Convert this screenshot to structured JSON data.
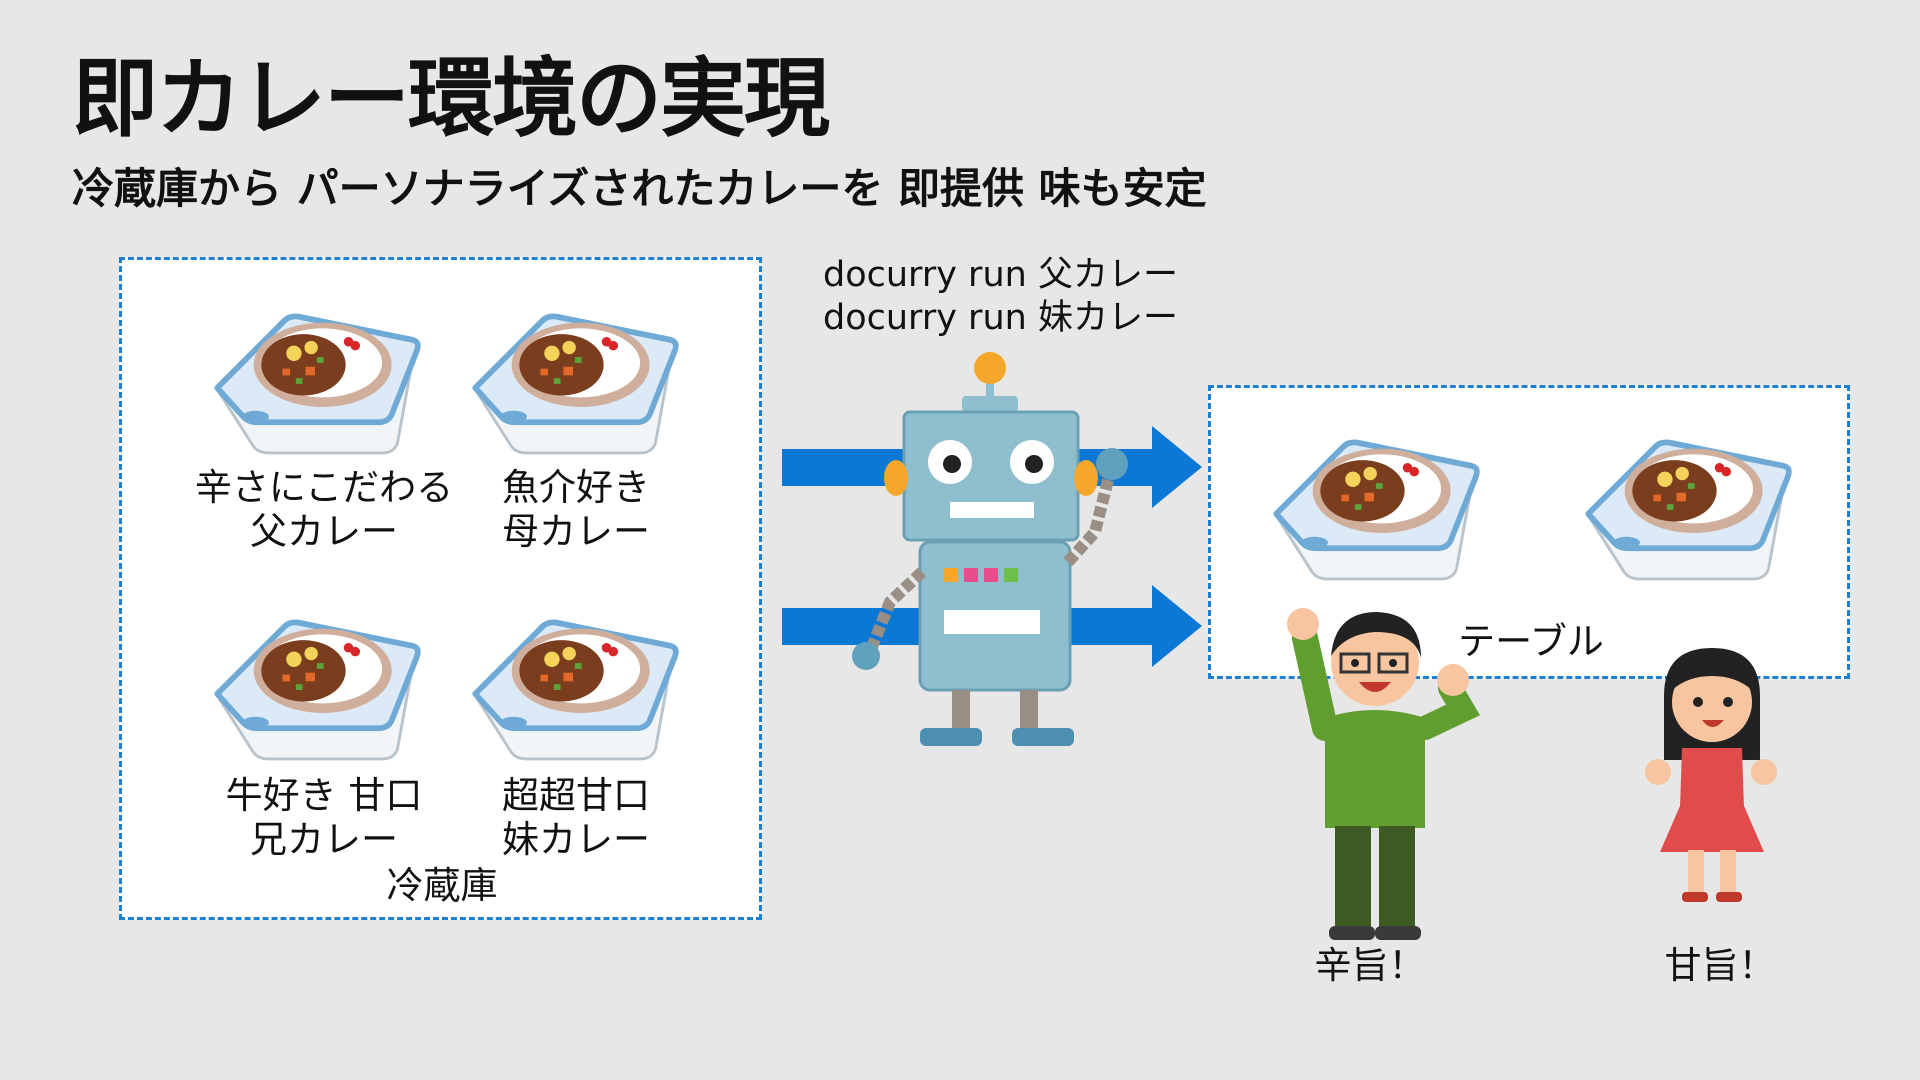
{
  "title": "即カレー環境の実現",
  "subtitle": "冷蔵庫から パーソナライズされたカレーを 即提供 味も安定",
  "fridge": {
    "label": "冷蔵庫",
    "items": [
      {
        "line1": "辛さにこだわる",
        "line2": "父カレー"
      },
      {
        "line1": "魚介好き",
        "line2": "母カレー"
      },
      {
        "line1": "牛好き 甘口",
        "line2": "兄カレー"
      },
      {
        "line1": "超超甘口",
        "line2": "妹カレー"
      }
    ]
  },
  "commands": [
    "docurry run 父カレー",
    "docurry run 妹カレー"
  ],
  "table": {
    "label": "テーブル"
  },
  "people": [
    {
      "reaction": "辛旨！"
    },
    {
      "reaction": "甘旨！"
    }
  ],
  "colors": {
    "accent": "#1d7fd1",
    "arrow": "#0a78d4",
    "background": "#e7e7e7"
  }
}
